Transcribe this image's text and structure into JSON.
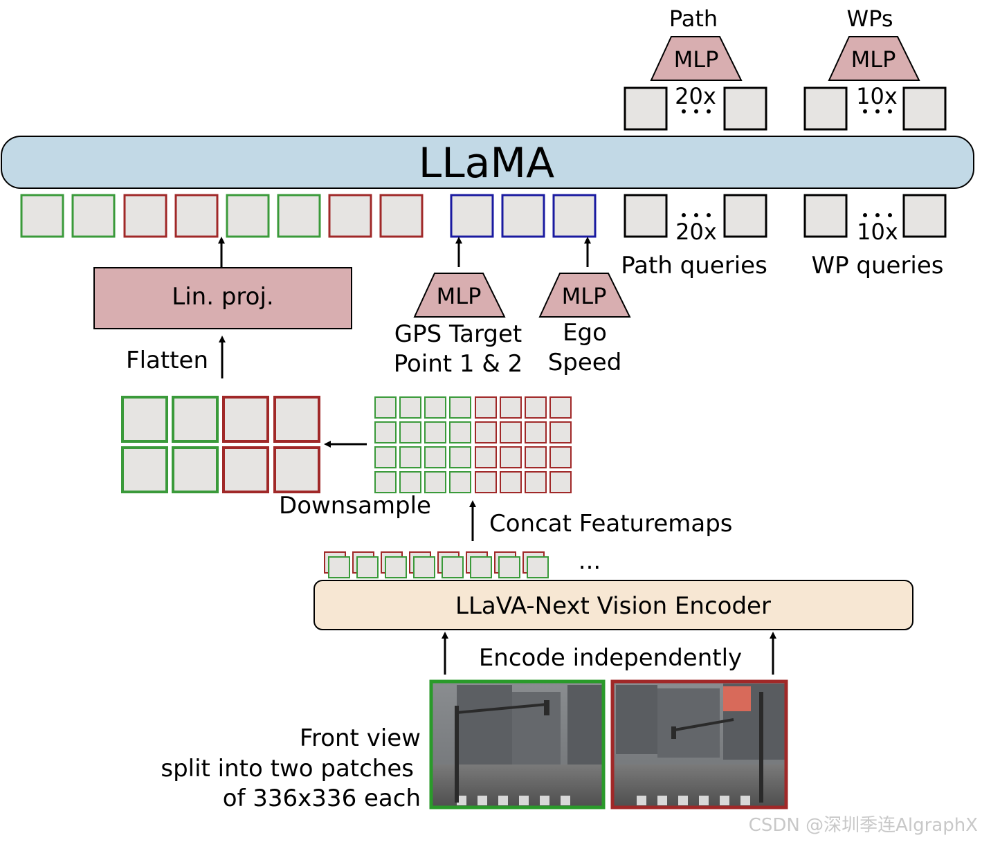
{
  "llama": {
    "label": "LLaMA"
  },
  "heads": {
    "path": {
      "title": "Path",
      "mlp": "MLP",
      "count": "20x"
    },
    "wps": {
      "title": "WPs",
      "mlp": "MLP",
      "count": "10x"
    }
  },
  "queries": {
    "path": {
      "label": "Path queries",
      "count": "20x"
    },
    "wp": {
      "label": "WP queries",
      "count": "10x"
    }
  },
  "lin_proj": {
    "label": "Lin. proj."
  },
  "flatten": {
    "label": "Flatten"
  },
  "gps": {
    "mlp": "MLP",
    "line1": "GPS Target",
    "line2": "Point 1 & 2"
  },
  "ego": {
    "mlp": "MLP",
    "line1": "Ego",
    "line2": "Speed"
  },
  "downsample": {
    "label": "Downsample"
  },
  "concat": {
    "label": "Concat Featuremaps"
  },
  "encoder": {
    "label": "LLaVA-Next Vision Encoder"
  },
  "encode": {
    "label": "Encode independently"
  },
  "front_view": {
    "line1": "Front view",
    "line2": "split into two patches",
    "line3": "of 336x336 each"
  },
  "ellipsis": "...",
  "watermark": "CSDN @深圳季连AlgraphX",
  "colors": {
    "green": "#3a9a3a",
    "red": "#a02828",
    "blue": "#1a1aa0",
    "token_fill": "#e6e4e2",
    "mlp_fill": "#d8aeb0",
    "llama_fill": "#c2d9e6",
    "encoder_fill": "#f7e7d3"
  }
}
